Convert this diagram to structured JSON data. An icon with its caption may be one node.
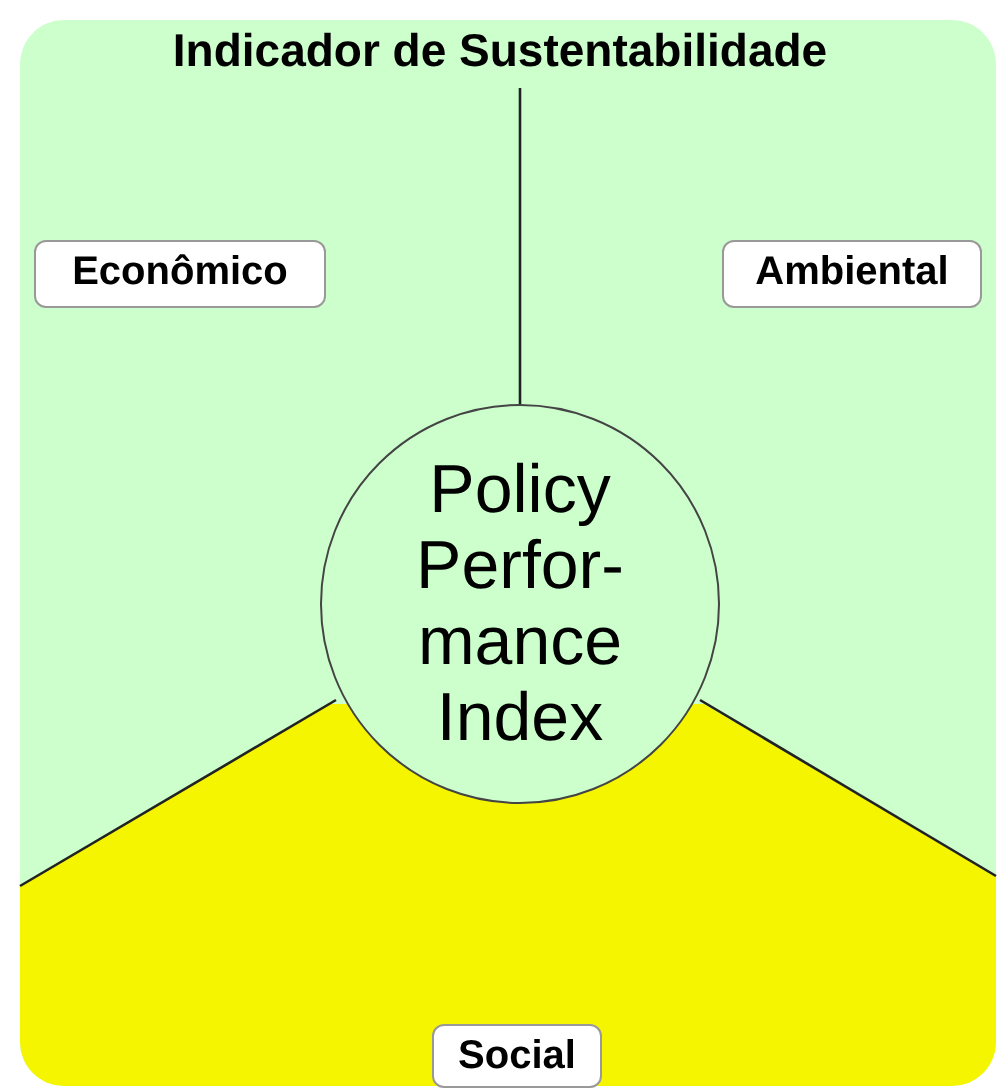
{
  "diagram": {
    "title": "Indicador de Sustentabilidade",
    "nodes": [
      {
        "text": [
          "Econômico"
        ]
      },
      {
        "text": [
          "Ambiental"
        ]
      },
      {
        "text": [
          "Policy Perfor-mance Index"
        ]
      },
      {
        "text": [
          "Social"
        ]
      }
    ]
  }
}
